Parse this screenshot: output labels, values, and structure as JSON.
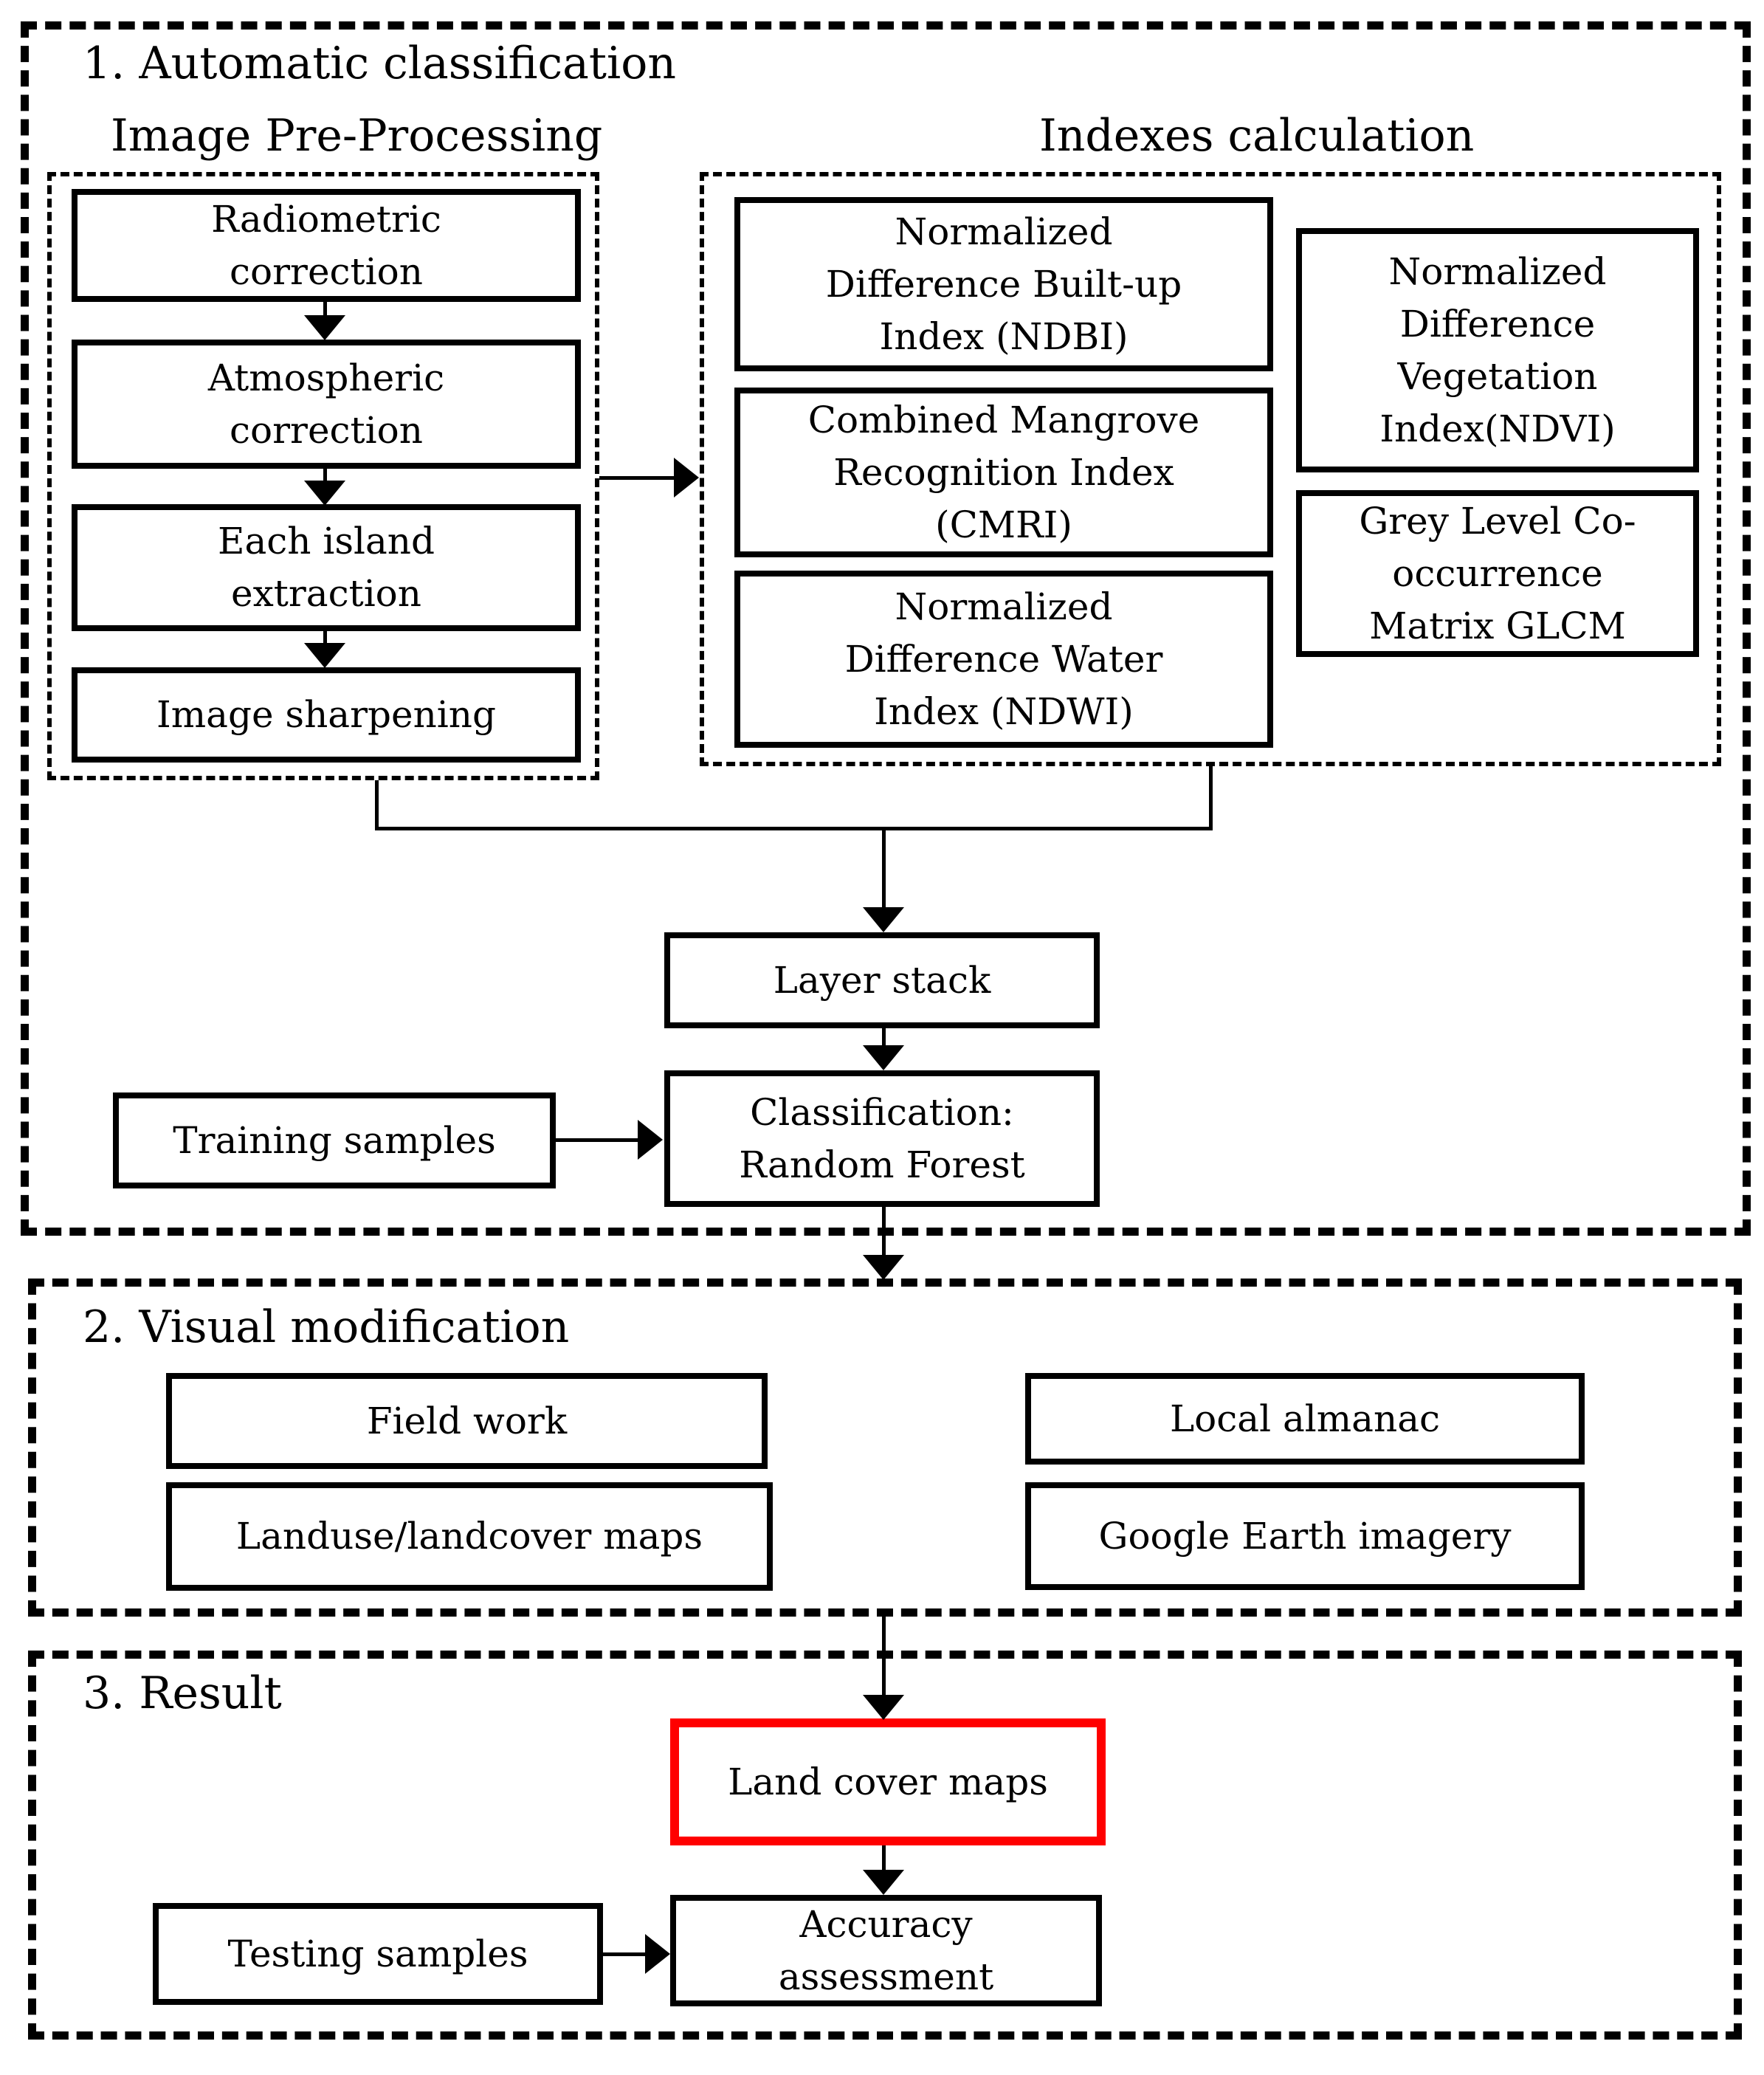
{
  "colors": {
    "ink": "#000000",
    "paper": "#ffffff",
    "accent_red": "#ff0000"
  },
  "sections": {
    "s1": {
      "title": "1. Automatic classification",
      "preprocessing": {
        "label": "Image Pre-Processing",
        "steps": [
          "Radiometric\ncorrection",
          "Atmospheric\ncorrection",
          "Each island\nextraction",
          "Image sharpening"
        ]
      },
      "indexes": {
        "label": "Indexes calculation",
        "left": [
          "Normalized\nDifference Built-up\nIndex (NDBI)",
          "Combined Mangrove\nRecognition Index\n(CMRI)",
          "Normalized\nDifference Water\nIndex (NDWI)"
        ],
        "right": [
          "Normalized\nDifference\nVegetation\nIndex(NDVI)",
          "Grey Level Co-\noccurrence\nMatrix GLCM"
        ]
      },
      "layer_stack": "Layer stack",
      "training_samples": "Training samples",
      "classification": "Classification:\nRandom Forest"
    },
    "s2": {
      "title": "2. Visual modification",
      "left": [
        "Field work",
        "Landuse/landcover maps"
      ],
      "right": [
        "Local almanac",
        "Google Earth imagery"
      ]
    },
    "s3": {
      "title": "3. Result",
      "land_cover_maps": "Land cover maps",
      "testing_samples": "Testing samples",
      "accuracy_assessment": "Accuracy\nassessment"
    }
  }
}
